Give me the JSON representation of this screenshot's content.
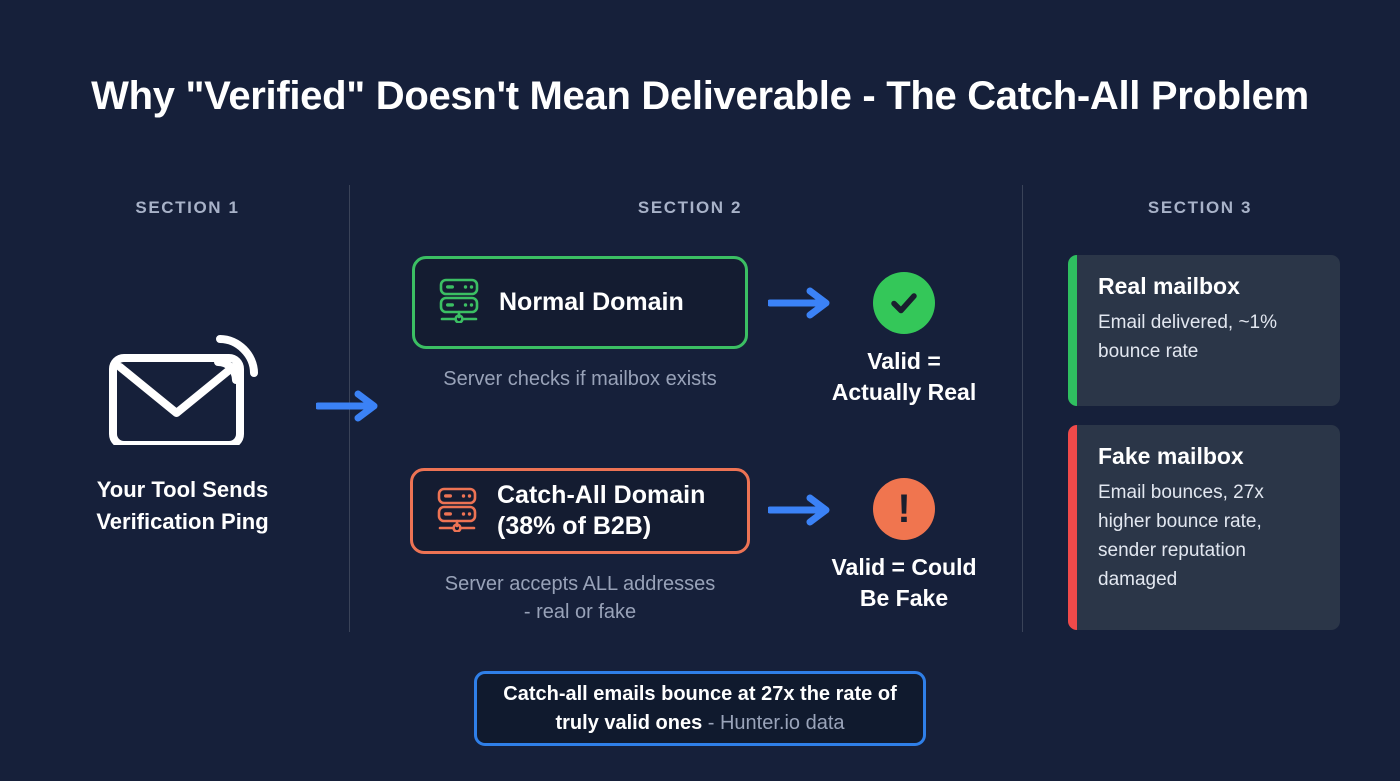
{
  "title": "Why \"Verified\" Doesn't Mean Deliverable - The Catch-All Problem",
  "colors": {
    "background": "#16203a",
    "green": "#3bbf63",
    "orange": "#ed7354",
    "blue": "#2f7fe8",
    "red": "#f04a4a",
    "card_fill": "#141c31",
    "outcome_fill": "#2b3648",
    "muted_text": "#98a2b8"
  },
  "sections": {
    "one": {
      "label": "SECTION 1"
    },
    "two": {
      "label": "SECTION 2"
    },
    "three": {
      "label": "SECTION 3"
    }
  },
  "section1": {
    "icon": "envelope-signal-icon",
    "caption_line1": "Your Tool Sends",
    "caption_line2": "Verification Ping"
  },
  "section2": {
    "normal": {
      "icon": "server-icon",
      "label": "Normal Domain",
      "subtitle": "Server checks if mailbox exists",
      "status_icon": "check-circle-icon",
      "status_line1": "Valid =",
      "status_line2": "Actually Real"
    },
    "catchall": {
      "icon": "server-icon",
      "label_line1": "Catch-All Domain",
      "label_line2": "(38% of B2B)",
      "subtitle_line1": "Server accepts ALL addresses",
      "subtitle_line2": "- real or fake",
      "status_icon": "alert-circle-icon",
      "status_line1": "Valid = Could",
      "status_line2": "Be Fake"
    }
  },
  "section3": {
    "cards": [
      {
        "title": "Real mailbox",
        "body": "Email delivered, ~1% bounce rate",
        "accent": "#2fbf60"
      },
      {
        "title": "Fake mailbox",
        "body": "Email bounces, 27x higher bounce rate, sender reputation damaged",
        "accent": "#f04a4a"
      }
    ]
  },
  "callout": {
    "bold_text": "Catch-all emails bounce at 27x the rate of truly valid ones",
    "source_text": " - Hunter.io data"
  }
}
